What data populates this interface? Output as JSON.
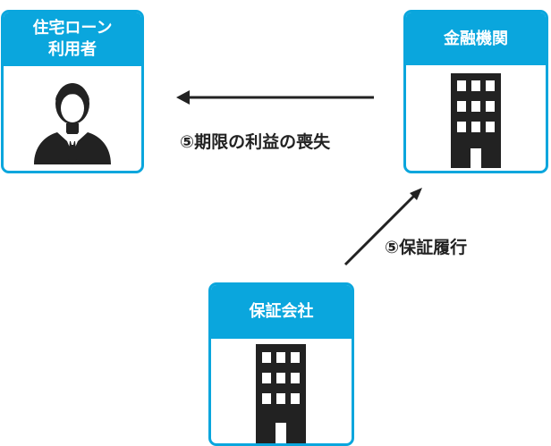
{
  "nodes": {
    "user": {
      "title_lines": [
        "住宅ローン",
        "利用者"
      ],
      "icon": "businessman-icon"
    },
    "bank": {
      "title": "金融機関",
      "icon": "office-building-icon"
    },
    "guarantor": {
      "title": "保証会社",
      "icon": "office-building-icon"
    }
  },
  "edges": {
    "bank_to_user": {
      "label": "⑤期限の利益の喪失"
    },
    "guarantor_to_bank": {
      "label": "⑤保証履行"
    }
  },
  "colors": {
    "accent": "#0aa6dd",
    "icon": "#222222",
    "arrow": "#222222"
  }
}
